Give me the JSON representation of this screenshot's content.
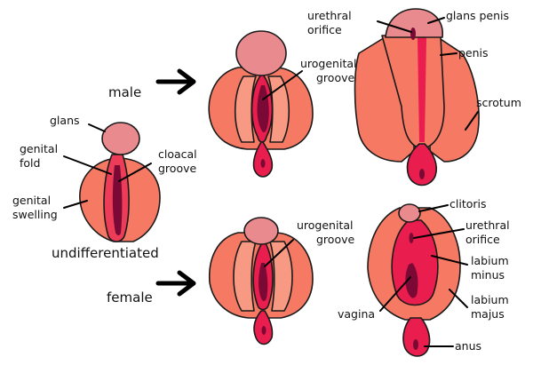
{
  "colors": {
    "tissue": "#f67a63",
    "tissue_light": "#f89a83",
    "fold": "#ec3c58",
    "deep": "#e91d4e",
    "groove": "#7a0a35",
    "glans": "#e98a8f",
    "outline": "#1a1a1a"
  },
  "labels": {
    "male": "male",
    "female": "female",
    "undifferentiated": "undifferentiated",
    "glans": "glans",
    "genital_fold": [
      "genital",
      "fold"
    ],
    "cloacal_groove": [
      "cloacal",
      "groove"
    ],
    "genital_swelling": [
      "genital",
      "swelling"
    ],
    "urogenital_groove_male": [
      "urogenital",
      "groove"
    ],
    "urogenital_groove_female": [
      "urogenital",
      "groove"
    ],
    "urethral_orifice_male": [
      "urethral",
      "orifice"
    ],
    "glans_penis": "glans penis",
    "penis": "penis",
    "scrotum": "scrotum",
    "clitoris": "clitoris",
    "urethral_orifice_female": [
      "urethral",
      "orifice"
    ],
    "labium_minus": [
      "labium",
      "minus"
    ],
    "labium_majus": [
      "labium",
      "majus"
    ],
    "vagina": "vagina",
    "anus": "anus"
  }
}
